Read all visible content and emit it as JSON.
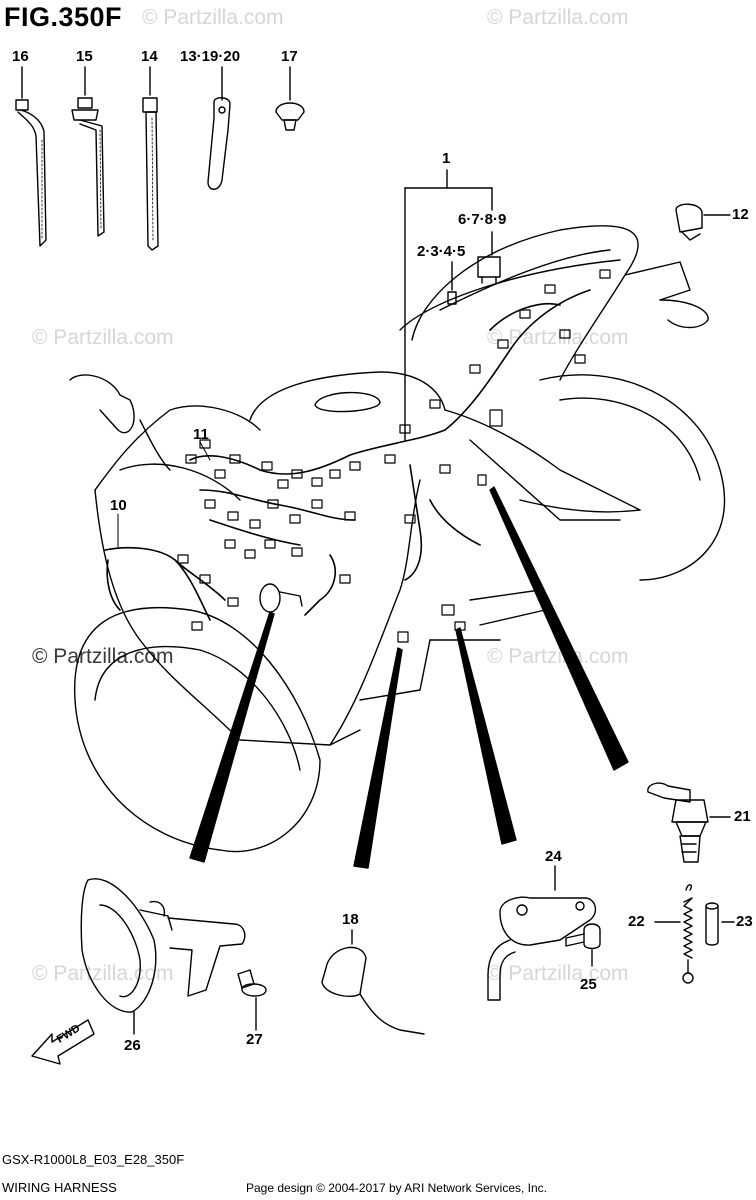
{
  "figure": {
    "title": "FIG.350F"
  },
  "watermark": {
    "text": "© Partzilla.com"
  },
  "callouts": {
    "c16": "16",
    "c15": "15",
    "c14": "14",
    "c13": "13·19·20",
    "c17": "17",
    "c1": "1",
    "c6": "6·7·8·9",
    "c2": "2·3·4·5",
    "c12": "12",
    "c11": "11",
    "c10": "10",
    "c21": "21",
    "c24": "24",
    "c18": "18",
    "c22": "22",
    "c23": "23",
    "c25": "25",
    "c26": "26",
    "c27": "27"
  },
  "fwd_label": "FWD",
  "footer": {
    "model": "GSX-R1000L8_E03_E28_350F",
    "name": "WIRING HARNESS",
    "credit": "Page design © 2004-2017 by ARI Network Services, Inc."
  }
}
